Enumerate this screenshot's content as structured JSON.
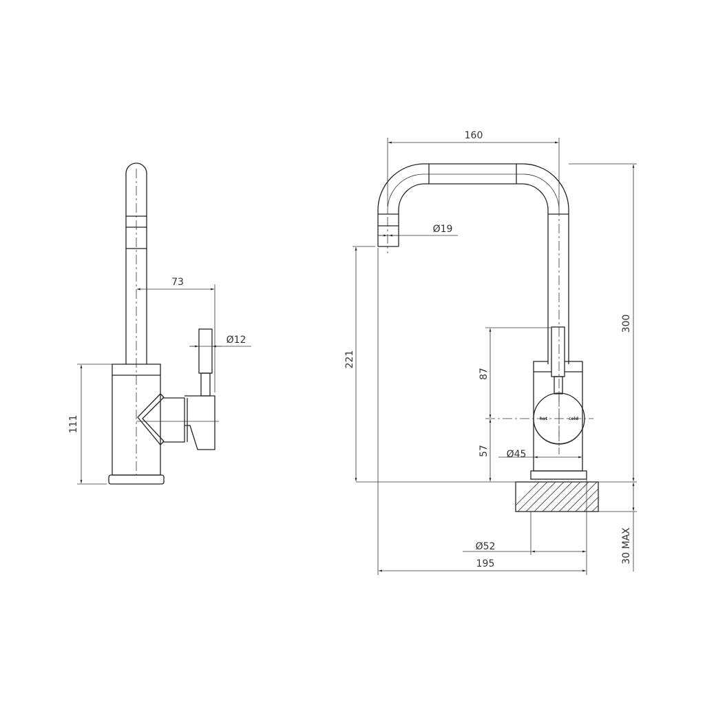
{
  "side_view": {
    "dimensions": {
      "spout_offset": "73",
      "lever_diameter": "Ø12",
      "body_height": "111"
    }
  },
  "front_view": {
    "dimensions": {
      "spout_reach": "160",
      "spout_diameter": "Ø19",
      "spout_height": "221",
      "overall_height": "300",
      "lever_height": "87",
      "handle_centre_height": "57",
      "handle_diameter": "Ø45",
      "base_diameter": "Ø52",
      "overall_width": "195",
      "mounting_thickness": "30 MAX"
    },
    "handle_labels": {
      "hot": "hot",
      "cold": "cold"
    }
  }
}
